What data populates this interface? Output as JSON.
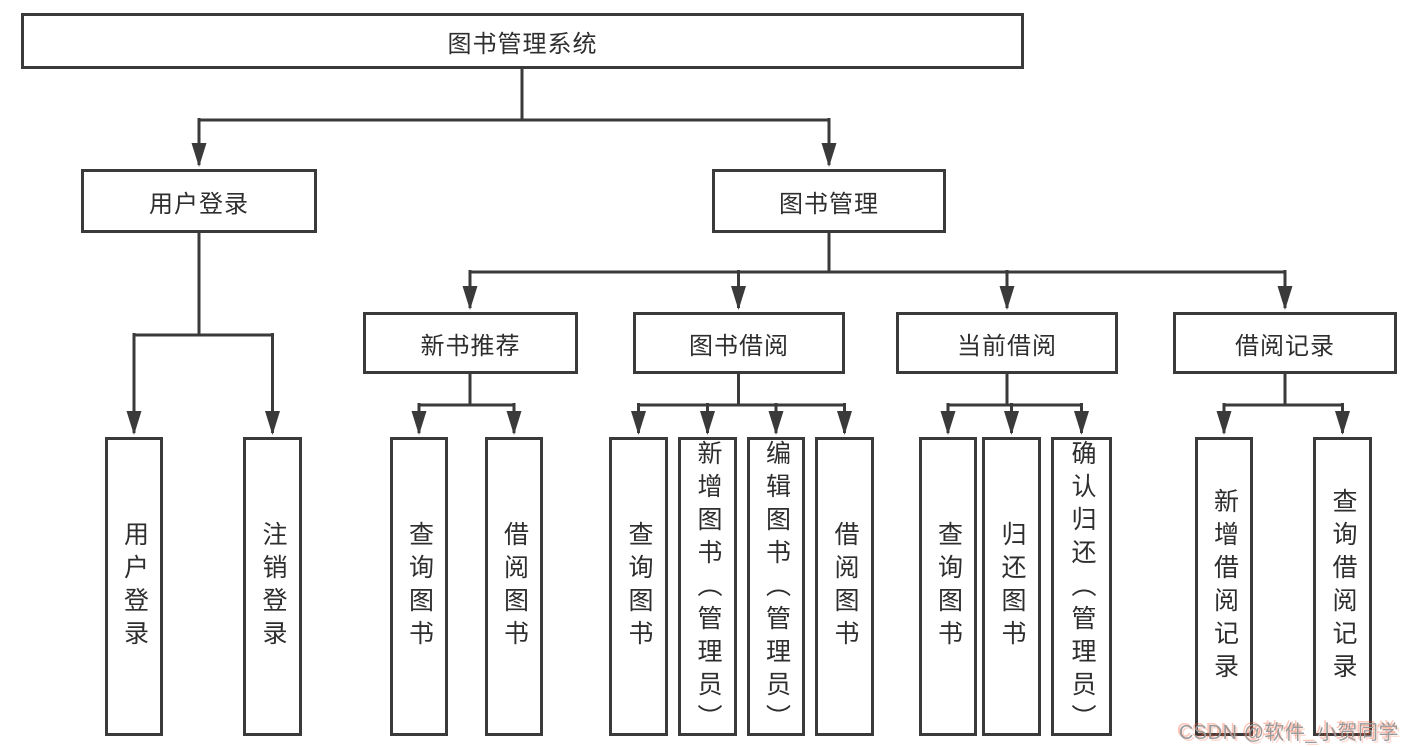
{
  "diagram": {
    "title": "图书管理系统",
    "branches": [
      {
        "label": "用户登录",
        "leaves": [
          "用户登录",
          "注销登录"
        ]
      },
      {
        "label": "图书管理",
        "children": [
          {
            "label": "新书推荐",
            "leaves": [
              "查询图书",
              "借阅图书"
            ]
          },
          {
            "label": "图书借阅",
            "leaves": [
              "查询图书",
              "新增图书（管理员）",
              "编辑图书（管理员）",
              "借阅图书"
            ]
          },
          {
            "label": "当前借阅",
            "leaves": [
              "查询图书",
              "归还图书",
              "确认归还（管理员）"
            ]
          },
          {
            "label": "借阅记录",
            "leaves": [
              "新增借阅记录",
              "查询借阅记录"
            ]
          }
        ]
      }
    ]
  },
  "watermark": {
    "text": "CSDN @软件_小贺同学"
  },
  "colors": {
    "line": "#3a3a3a",
    "box_border": "#3a3a3a",
    "text": "#2e2e2e",
    "watermark_gray": "#9a9a9a",
    "watermark_red": "#fc5531",
    "background": "#ffffff"
  }
}
